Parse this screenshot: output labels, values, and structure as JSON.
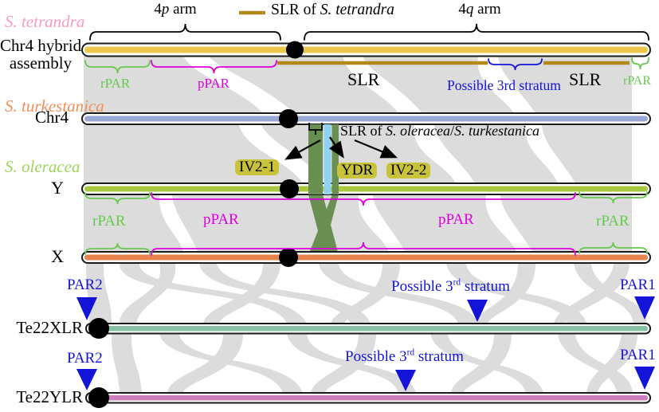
{
  "colors": {
    "bar_outline": "#1a1a1a",
    "tetrandra_bar": "#ecc84d",
    "slr_line": "#b3891b",
    "turkestanica_bar": "#9aa8d5",
    "y_bar": "#a9c93f",
    "x_bar": "#e8824e",
    "te22xlr_bar": "#85c2a3",
    "te22ylr_bar": "#cc7ebd",
    "species_tetrandra": "#f59bc8",
    "species_turkestanica": "#f09059",
    "species_oleracea": "#9fd45e",
    "par_green": "#66c94e",
    "par_magenta": "#dd00dd",
    "annotation_blue": "#1414d9",
    "highlight_bg": "#c9c23b",
    "band_green": "#6a8f52",
    "band_blue": "#8fd2f2",
    "ribbon_gray": "#dcdcdc",
    "black": "#000000"
  },
  "legend": {
    "label_prefix": "SLR of ",
    "label_species": "S. tetrandra"
  },
  "arms": {
    "p_prefix": "4",
    "p_italic": "p",
    "p_suffix": " arm",
    "q_prefix": "4",
    "q_italic": "q",
    "q_suffix": " arm"
  },
  "species": {
    "tetrandra": "S. tetrandra",
    "turkestanica": "S. turkestanica",
    "oleracea": "S. oleracea"
  },
  "chromosomes": {
    "row1_line1": "Chr4 hybrid",
    "row1_line2": "assembly",
    "row2": "Chr4",
    "row3": "Y",
    "row4": "X",
    "row5": "Te22XLR",
    "row6": "Te22YLR"
  },
  "regions": {
    "rpar": "rPAR",
    "ppar": "pPAR",
    "slr": "SLR",
    "possible_3rd_plain": "Possible 3rd stratum",
    "possible_3rd_base": "Possible 3",
    "possible_3rd_sup": "rd",
    "possible_3rd_suffix": " stratum",
    "par1": "PAR1",
    "par2": "PAR2"
  },
  "slr_annotation": {
    "prefix": "SLR of ",
    "species1": "S. oleracea",
    "separator": "/",
    "species2": "S. turkestanica"
  },
  "inversions": {
    "iv2_1": "IV2-1",
    "ydr": "YDR",
    "iv2_2": "IV2-2"
  }
}
